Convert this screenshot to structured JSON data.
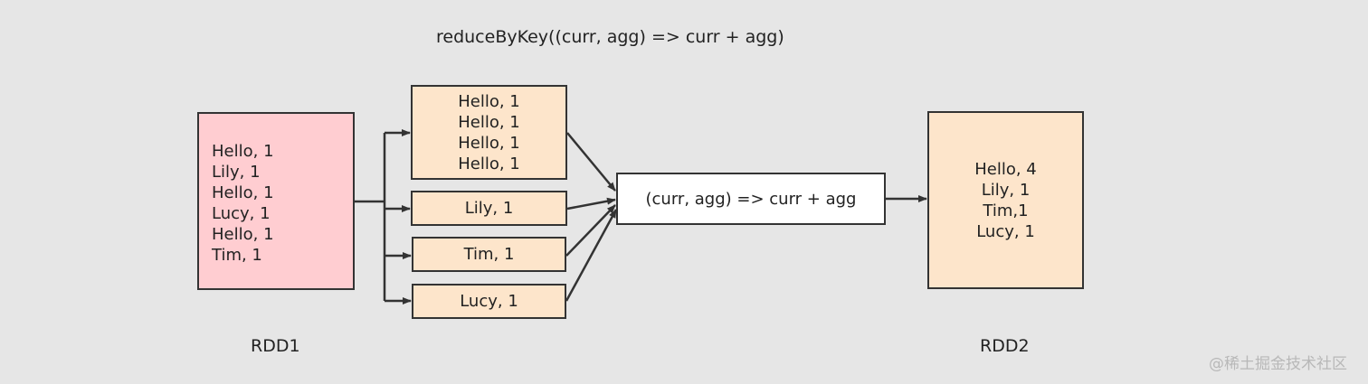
{
  "title": "reduceByKey((curr, agg) => curr + agg)",
  "rdd1": {
    "label": "RDD1",
    "lines": [
      "Hello, 1",
      "Lily, 1",
      "Hello, 1",
      "Lucy, 1",
      "Hello, 1",
      "Tim, 1"
    ]
  },
  "groups": [
    {
      "lines": [
        "Hello, 1",
        "Hello, 1",
        "Hello, 1",
        "Hello, 1"
      ]
    },
    {
      "lines": [
        "Lily, 1"
      ]
    },
    {
      "lines": [
        "Tim, 1"
      ]
    },
    {
      "lines": [
        "Lucy, 1"
      ]
    }
  ],
  "function_box": "(curr, agg) => curr + agg",
  "rdd2": {
    "label": "RDD2",
    "lines": [
      "Hello, 4",
      "Lily, 1",
      "Tim,1",
      "Lucy, 1"
    ]
  },
  "watermark": "@稀土掘金技术社区",
  "colors": {
    "rdd1_fill": "#ffcdd1",
    "group_fill": "#fde5cb",
    "function_fill": "#ffffff",
    "stroke": "#333333",
    "background": "#e6e6e6"
  }
}
